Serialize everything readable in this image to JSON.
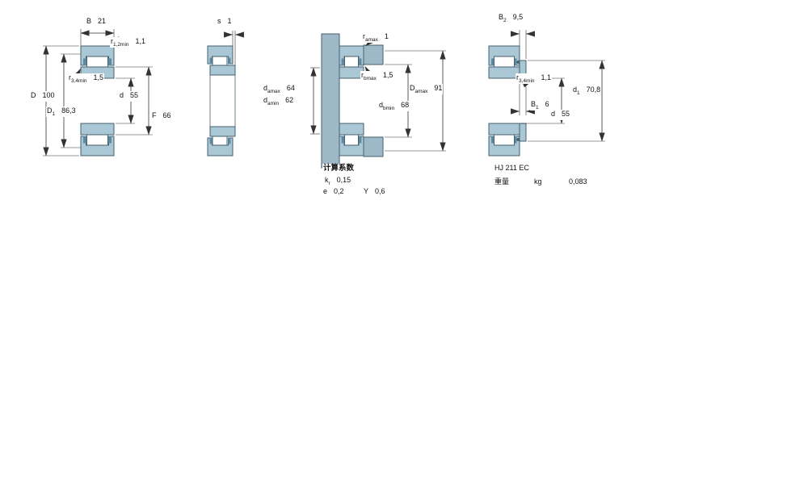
{
  "colors": {
    "ring": "#aac7d6",
    "metal": "#9db9c7",
    "cage": "#5e8aa0",
    "outline": "#46626e",
    "dim": "#333333",
    "text": "#111111",
    "background": "#ffffff"
  },
  "figures": {
    "front_section": {
      "labels": {
        "B": {
          "base": "B",
          "sub": "",
          "value": "21"
        },
        "r12": {
          "base": "r",
          "sub": "1,2min",
          "value": "1,1"
        },
        "r34": {
          "base": "r",
          "sub": "3,4min",
          "value": "1,5"
        },
        "D": {
          "base": "D",
          "sub": "",
          "value": "100"
        },
        "D1": {
          "base": "D",
          "sub": "1",
          "value": "86,3"
        },
        "d": {
          "base": "d",
          "sub": "",
          "value": "55"
        },
        "F": {
          "base": "F",
          "sub": "",
          "value": "66"
        }
      }
    },
    "side_section": {
      "labels": {
        "s": {
          "base": "s",
          "sub": "",
          "value": "1"
        }
      }
    },
    "mounting_section": {
      "labels": {
        "ra": {
          "base": "r",
          "sub": "amax",
          "value": "1"
        },
        "rb": {
          "base": "r",
          "sub": "bmax",
          "value": "1,5"
        },
        "damax": {
          "base": "d",
          "sub": "amax",
          "value": "64"
        },
        "damin": {
          "base": "d",
          "sub": "amin",
          "value": "62"
        },
        "dbmin": {
          "base": "d",
          "sub": "bmin",
          "value": "68"
        },
        "Damax": {
          "base": "D",
          "sub": "amax",
          "value": "91"
        }
      },
      "factors": {
        "title": "计算系数",
        "kr": {
          "base": "k",
          "sub": "r",
          "value": "0,15"
        },
        "e": {
          "base": "e",
          "sub": "",
          "value": "0,2"
        },
        "Y": {
          "base": "Y",
          "sub": "",
          "value": "0,6"
        }
      }
    },
    "angle_ring_section": {
      "labels": {
        "B2": {
          "base": "B",
          "sub": "2",
          "value": "9,5"
        },
        "r34": {
          "base": "r",
          "sub": "3,4min",
          "value": "1,1"
        },
        "B1": {
          "base": "B",
          "sub": "1",
          "value": "6"
        },
        "d": {
          "base": "d",
          "sub": "",
          "value": "55"
        },
        "d1": {
          "base": "d",
          "sub": "1",
          "value": "70,8"
        }
      },
      "info": {
        "designation": "HJ 211 EC",
        "mass_label": "重量",
        "mass_unit": "kg",
        "mass_value": "0,083"
      }
    }
  }
}
